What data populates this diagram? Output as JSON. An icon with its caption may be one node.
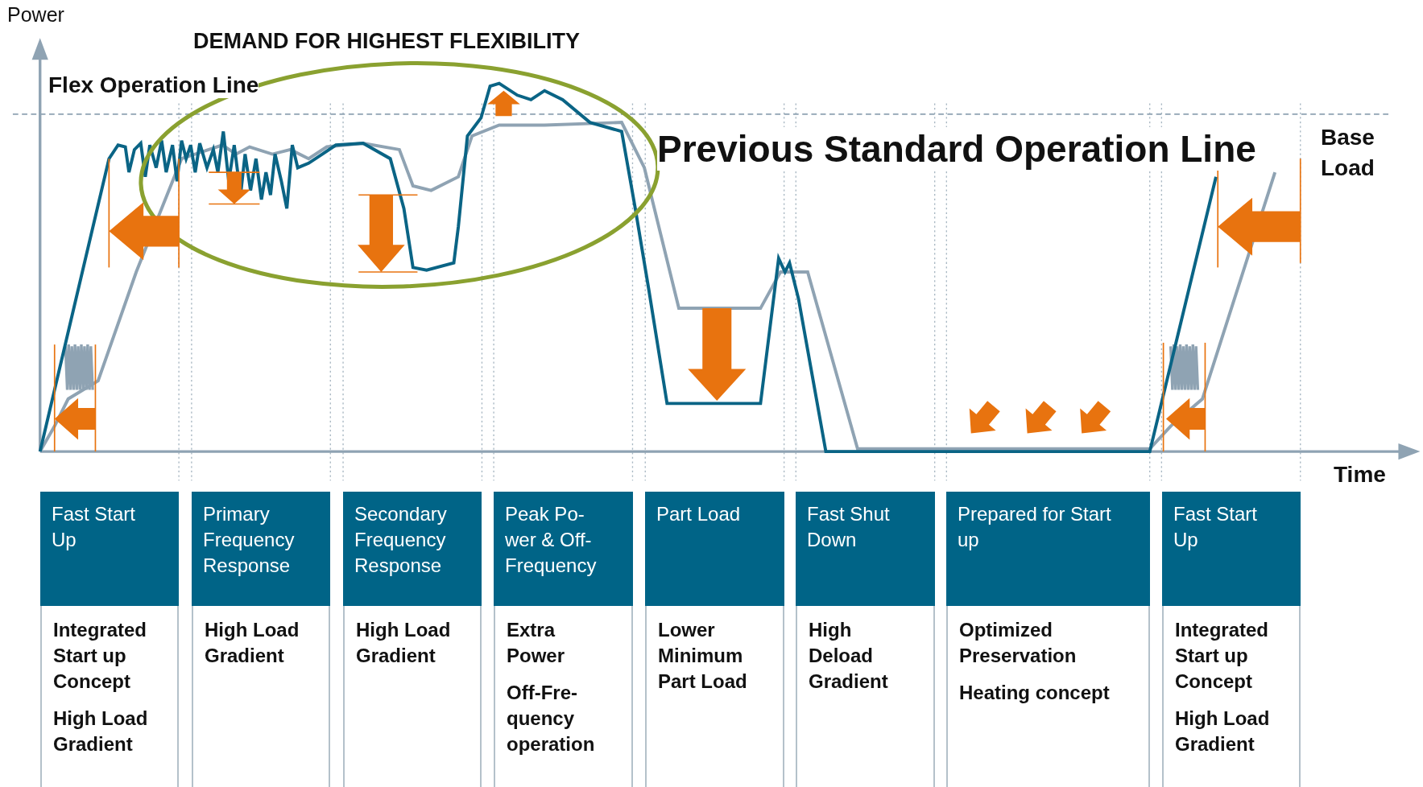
{
  "diagram": {
    "nodes": [
      {
        "text": [
          "Fast Start Up"
        ]
      },
      {
        "text": [
          "Primary Frequency Response"
        ]
      },
      {
        "text": [
          "Secondary Frequency Response"
        ]
      },
      {
        "text": [
          "Peak Po- wer & Off- Frequency"
        ]
      },
      {
        "text": [
          "Part Load"
        ]
      },
      {
        "text": [
          "Fast Shut Down"
        ]
      },
      {
        "text": [
          "Prepared for Start up"
        ]
      },
      {
        "text": [
          "Fast Start Up"
        ]
      },
      {
        "text": [
          "Integrated Start up Concept",
          "High Load Gradient"
        ]
      },
      {
        "text": [
          "High Load Gradient"
        ]
      },
      {
        "text": [
          "High Load Gradient"
        ]
      },
      {
        "text": [
          "Extra Power",
          "Off-Fre- quency operation"
        ]
      },
      {
        "text": [
          "Lower Minimum Part Load"
        ]
      },
      {
        "text": [
          "High Deload Gradient"
        ]
      },
      {
        "text": [
          "Optimized Preservation",
          "Heating concept"
        ]
      },
      {
        "text": [
          "Integrated Start up Concept",
          "High Load Gradient"
        ]
      }
    ],
    "labels": [
      "Power",
      "DEMAND FOR HIGHEST FLEXIBILITY",
      "Flex Operation Line",
      "Previous Standard Operation Line",
      "Base Load",
      "Time"
    ]
  }
}
